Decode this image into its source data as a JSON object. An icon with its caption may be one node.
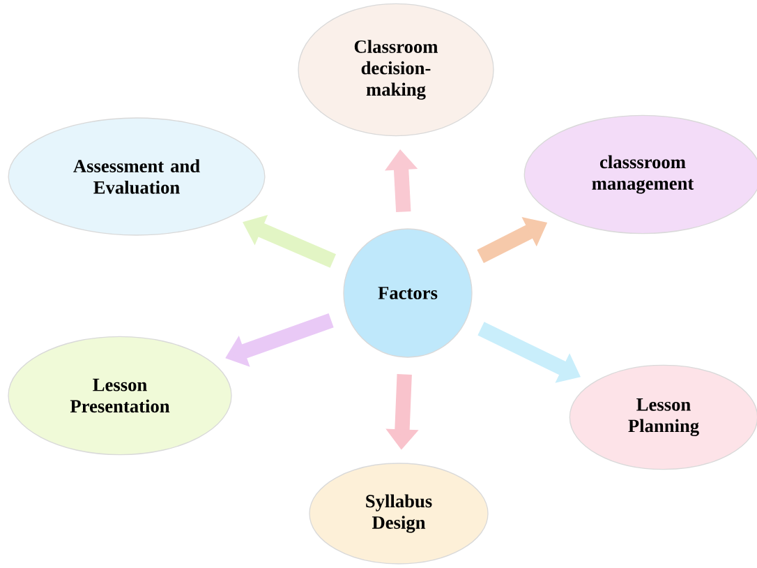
{
  "diagram": {
    "nodes": [
      {
        "text": [
          "Factors"
        ]
      },
      {
        "text": [
          "Classroom decision-making"
        ]
      },
      {
        "text": [
          "classsroom management"
        ]
      },
      {
        "text": [
          "Lesson Planning"
        ]
      },
      {
        "text": [
          "Syllabus Design"
        ]
      },
      {
        "text": [
          "Lesson Presentation"
        ]
      },
      {
        "text": [
          "Assessment and Evaluation"
        ]
      }
    ],
    "edges": [
      {
        "from": 0,
        "to": 1,
        "arrow": "to",
        "color": "#f9c9d2"
      },
      {
        "from": 0,
        "to": 2,
        "arrow": "to",
        "color": "#f6c9aa"
      },
      {
        "from": 0,
        "to": 3,
        "arrow": "to",
        "color": "#c9eefb"
      },
      {
        "from": 0,
        "to": 4,
        "arrow": "to",
        "color": "#f9c3cc"
      },
      {
        "from": 0,
        "to": 5,
        "arrow": "to",
        "color": "#e9c9f6"
      },
      {
        "from": 0,
        "to": 6,
        "arrow": "to",
        "color": "#e2f5c4"
      }
    ]
  }
}
